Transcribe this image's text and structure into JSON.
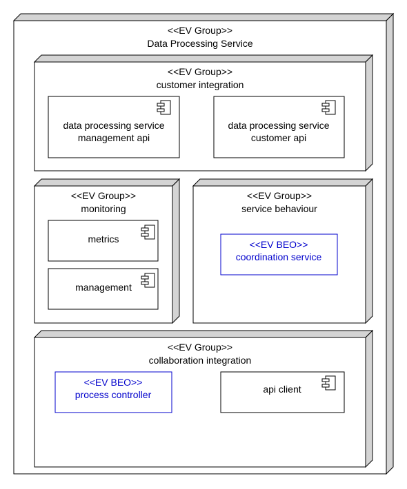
{
  "diagram": {
    "outer": {
      "stereotype": "<<EV Group>>",
      "name": "Data Processing Service"
    },
    "groups": {
      "customer_integration": {
        "stereotype": "<<EV Group>>",
        "name": "customer integration",
        "components": [
          {
            "line1": "data processing service",
            "line2": "management api",
            "icon": "component-icon"
          },
          {
            "line1": "data processing service",
            "line2": "customer api",
            "icon": "component-icon"
          }
        ]
      },
      "monitoring": {
        "stereotype": "<<EV Group>>",
        "name": "monitoring",
        "components": [
          {
            "label": "metrics",
            "icon": "component-icon"
          },
          {
            "label": "management",
            "icon": "component-icon"
          }
        ]
      },
      "service_behaviour": {
        "stereotype": "<<EV Group>>",
        "name": "service behaviour",
        "beo": {
          "stereotype": "<<EV BEO>>",
          "name": "coordination service"
        }
      },
      "collaboration_integration": {
        "stereotype": "<<EV Group>>",
        "name": "collaboration integration",
        "beo": {
          "stereotype": "<<EV BEO>>",
          "name": "process controller"
        },
        "components": [
          {
            "label": "api client",
            "icon": "component-icon"
          }
        ]
      }
    },
    "colors": {
      "beo": "#0000cc",
      "node_side": "#d4d4d4",
      "line": "#000000"
    }
  }
}
